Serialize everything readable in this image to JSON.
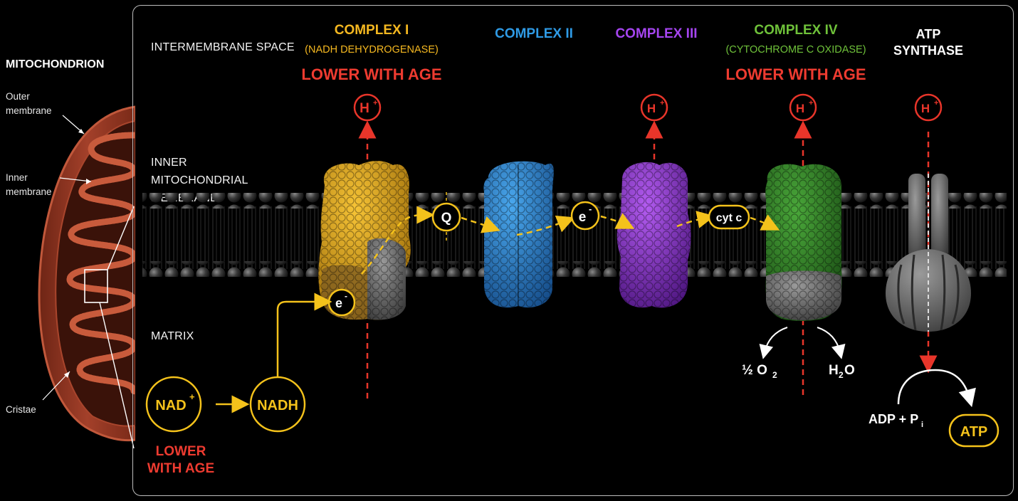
{
  "left": {
    "title": "MITOCHONDRION",
    "outer_membrane": "Outer\nmembrane",
    "inner_membrane": "Inner\nmembrane",
    "cristae": "Cristae"
  },
  "regions": {
    "intermembrane_space": "INTERMEMBRANE SPACE",
    "inner_membrane": "INNER\nMITOCHONDRIAL\nMEMBRANE",
    "matrix": "MATRIX"
  },
  "complexes": {
    "c1": {
      "title": "COMPLEX I",
      "subtitle": "(NADH DEHYDROGENASE)",
      "note": "LOWER WITH AGE",
      "color": "#f5b820"
    },
    "c2": {
      "title": "COMPLEX II",
      "color": "#2f9be6"
    },
    "c3": {
      "title": "COMPLEX III",
      "color": "#a545f0"
    },
    "c4": {
      "title": "COMPLEX IV",
      "subtitle": "(CYTOCHROME C OXIDASE)",
      "note": "LOWER WITH AGE",
      "color": "#6fc23a"
    },
    "atp": {
      "title": "ATP\nSYNTHASE",
      "color": "#ffffff"
    }
  },
  "proton": {
    "label": "H",
    "sup": "+"
  },
  "carriers": {
    "q": "Q",
    "e_mid": "e",
    "e_low": "e",
    "e_sup": "-",
    "cytc": "cyt c"
  },
  "nad": {
    "nad_plus": "NAD",
    "nad_plus_sup": "+",
    "nadh": "NADH",
    "note": "LOWER\nWITH AGE"
  },
  "oxygen": {
    "o2_prefix": "½ O",
    "o2_sub": "2",
    "water_h": "H",
    "water_sub": "2",
    "water_o": "O"
  },
  "atp": {
    "adp": "ADP + P",
    "adp_sub": "i",
    "atp": "ATP"
  },
  "colors": {
    "arrow_red": "#e8352a",
    "yellow": "#f4c21b",
    "mito": "#b4452c"
  }
}
